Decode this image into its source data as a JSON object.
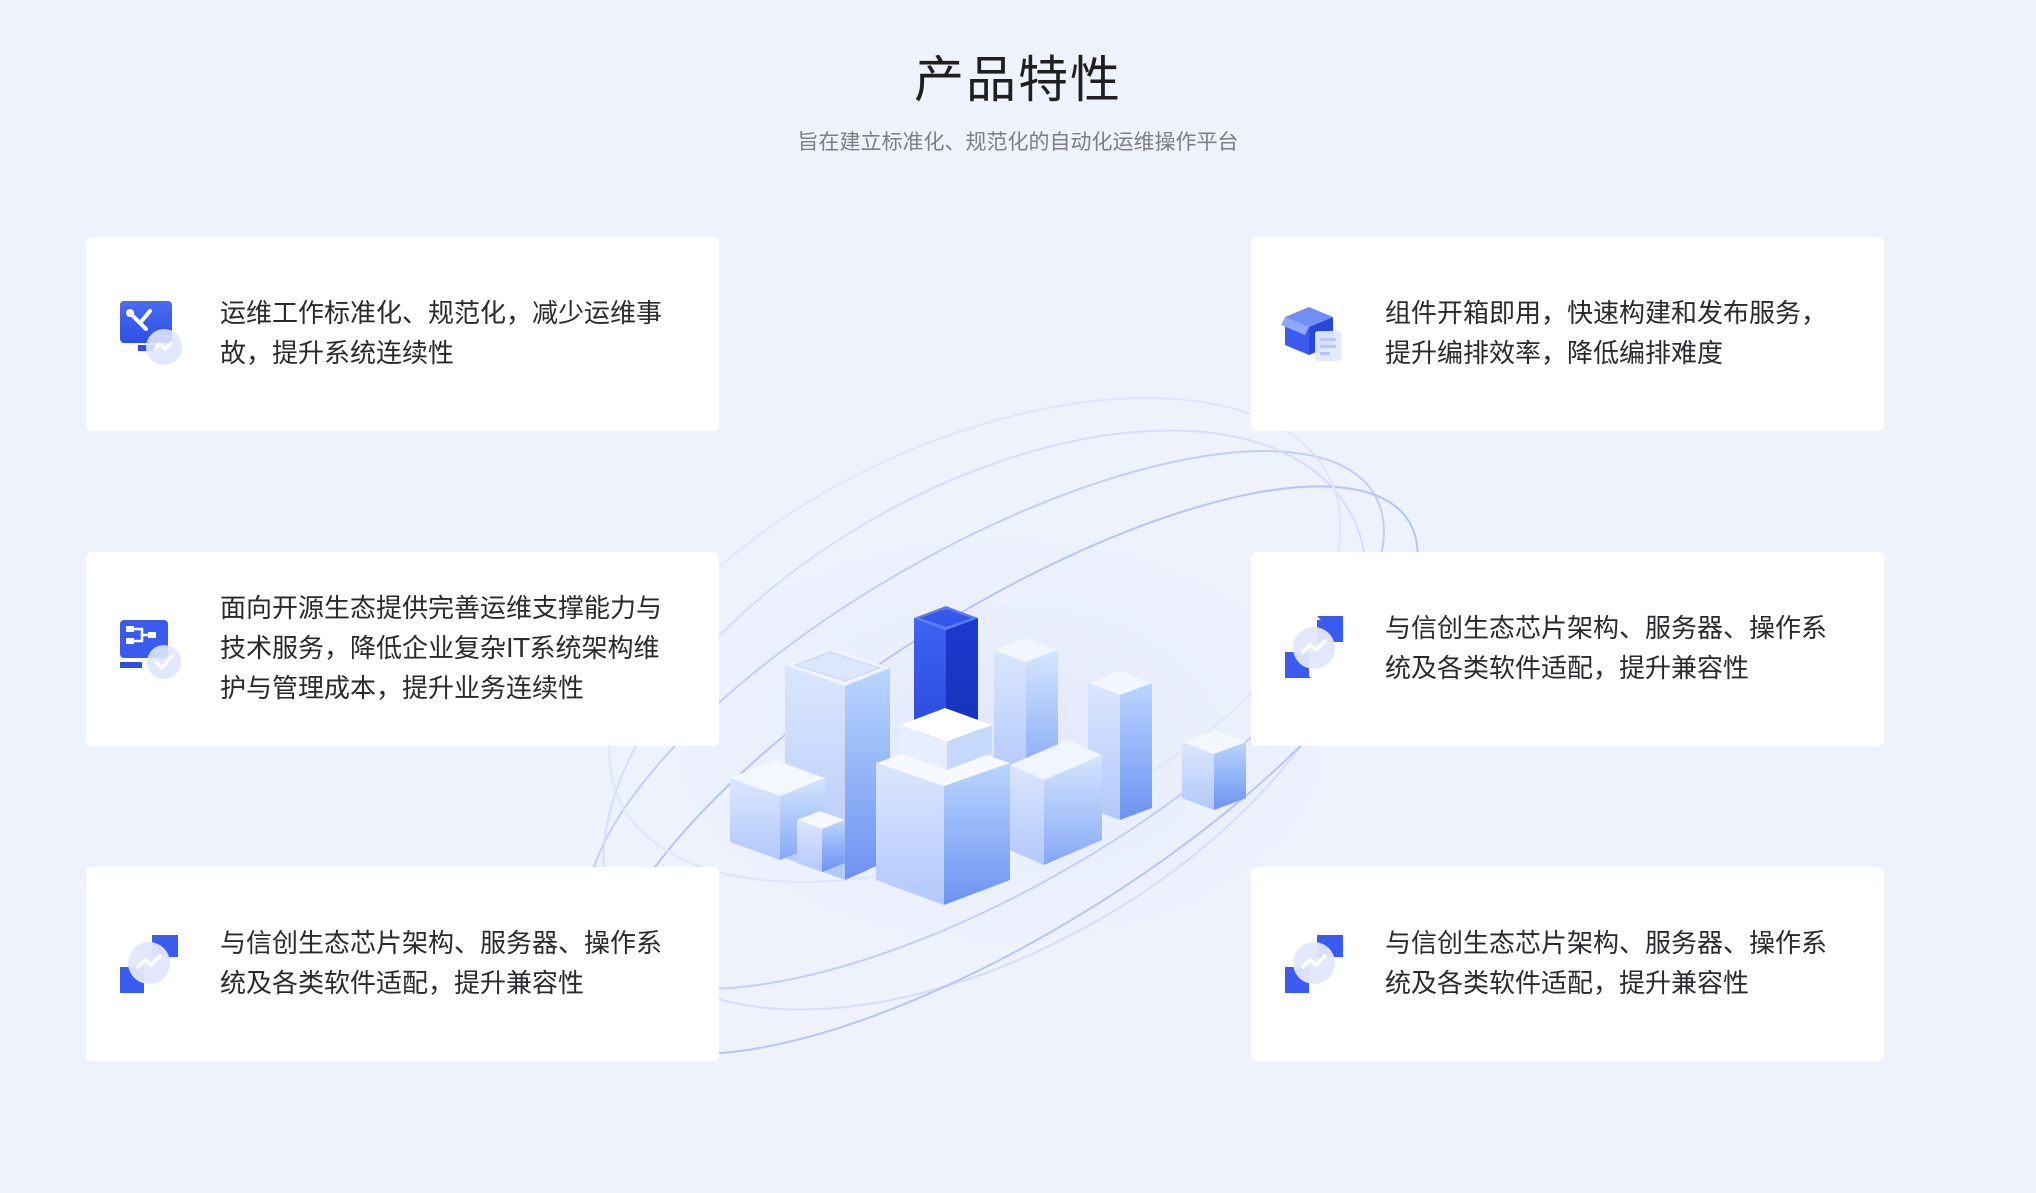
{
  "header": {
    "title": "产品特性",
    "subtitle": "旨在建立标准化、规范化的自动化运维操作平台"
  },
  "features": [
    {
      "icon": "maintenance-tools-icon",
      "text": "运维工作标准化、规范化，减少运维事故，提升系统连续性"
    },
    {
      "icon": "component-box-icon",
      "text": "组件开箱即用，快速构建和发布服务，提升编排效率，降低编排难度"
    },
    {
      "icon": "system-architecture-icon",
      "text": "面向开源生态提供完善运维支撑能力与技术服务，降低企业复杂IT系统架构维护与管理成本，提升业务连续性"
    },
    {
      "icon": "compatibility-adapt-icon",
      "text": "与信创生态芯片架构、服务器、操作系统及各类软件适配，提升兼容性"
    },
    {
      "icon": "compatibility-adapt-icon",
      "text": "与信创生态芯片架构、服务器、操作系统及各类软件适配，提升兼容性"
    },
    {
      "icon": "compatibility-adapt-icon",
      "text": "与信创生态芯片架构、服务器、操作系统及各类软件适配，提升兼容性"
    }
  ],
  "colors": {
    "background": "#eef2fd",
    "accent": "#3b5bf0",
    "card": "#ffffff"
  }
}
